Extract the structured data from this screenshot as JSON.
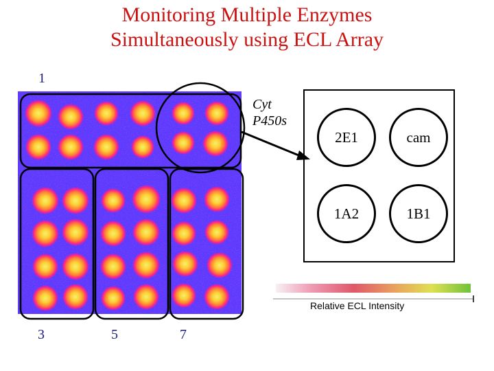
{
  "title": {
    "line1": "Monitoring Multiple Enzymes",
    "line2": "Simultaneously using ECL Array"
  },
  "labels": {
    "region1": "1",
    "region3": "3",
    "region5": "5",
    "region7": "7"
  },
  "callout": {
    "line1": "Cyt",
    "line2": "P450s"
  },
  "wells": [
    {
      "label": "2E1"
    },
    {
      "label": "cam"
    },
    {
      "label": "1A2"
    },
    {
      "label": "1B1"
    }
  ],
  "scale": {
    "label": "Relative ECL Intensity"
  },
  "colors": {
    "title": "#cc1111",
    "array_background": "#5a3bff",
    "spot_outer": "#ff1f8c",
    "spot_inner": "#ffcc33",
    "spot_core": "#f4f26a"
  }
}
